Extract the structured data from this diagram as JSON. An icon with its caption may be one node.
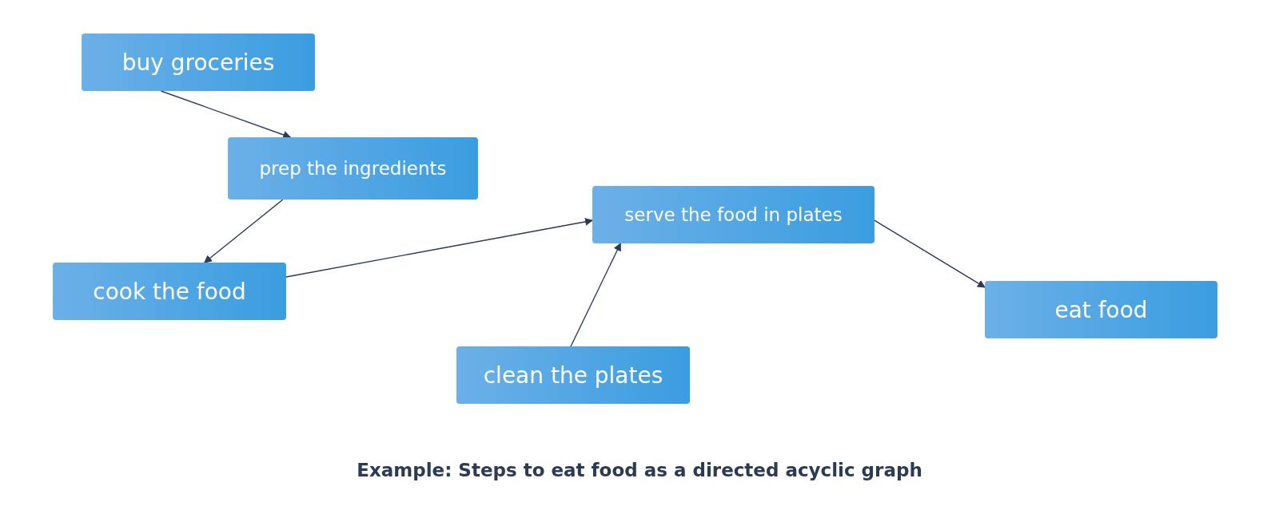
{
  "diagram": {
    "caption": "Example: Steps to eat food as a directed acyclic graph",
    "nodes": [
      {
        "text": [
          "buy groceries"
        ]
      },
      {
        "text": [
          "prep the ingredients"
        ]
      },
      {
        "text": [
          "cook the food"
        ]
      },
      {
        "text": [
          "serve the food in plates"
        ]
      },
      {
        "text": [
          "clean the plates"
        ]
      },
      {
        "text": [
          "eat food"
        ]
      }
    ],
    "edges": [
      {
        "from": 0,
        "to": 1,
        "arrow": "to"
      },
      {
        "from": 1,
        "to": 2,
        "arrow": "to"
      },
      {
        "from": 2,
        "to": 3,
        "arrow": "to"
      },
      {
        "from": 4,
        "to": 3,
        "arrow": "to"
      },
      {
        "from": 3,
        "to": 5,
        "arrow": "to"
      }
    ]
  }
}
